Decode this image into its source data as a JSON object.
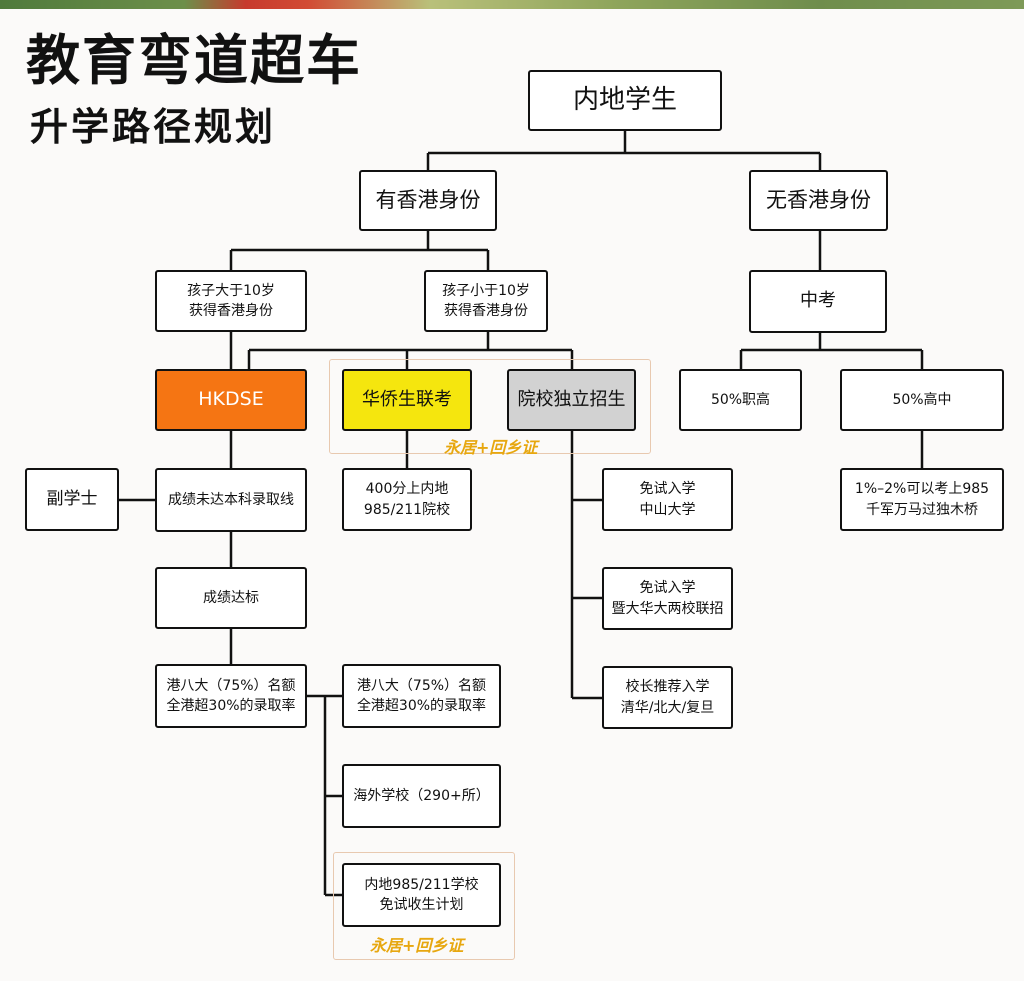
{
  "title": "教育弯道超车",
  "subtitle": "升学路径规划",
  "nodes": {
    "root": "内地学生",
    "with_hk_id": "有香港身份",
    "without_hk_id": "无香港身份",
    "child_over_10": "孩子大于10岁\n获得香港身份",
    "child_under_10": "孩子小于10岁\n获得香港身份",
    "zhongkao": "中考",
    "hkdse": "HKDSE",
    "overseas_chinese_exam": "华侨生联考",
    "independent_admission": "院校独立招生",
    "vocational": "50%职高",
    "high_school": "50%高中",
    "associate_degree": "副学士",
    "below_cutoff": "成绩未达本科录取线",
    "score_400": "400分上内地\n985/211院校",
    "exempt_sysu": "免试入学\n中山大学",
    "exempt_jinan": "免试入学\n暨大华大两校联招",
    "principal_recommend": "校长推荐入学\n清华/北大/复旦",
    "one_percent": "1%–2%可以考上985\n千军万马过独木桥",
    "score_met": "成绩达标",
    "hk8_left": "港八大（75%）名额\n全港超30%的录取率",
    "hk8_right": "港八大（75%）名额\n全港超30%的录取率",
    "overseas_schools": "海外学校（290+所）",
    "mainland_985": "内地985/211学校\n免试收生计划"
  },
  "notes": {
    "residence_1": "永居+回乡证",
    "residence_2": "永居+回乡证"
  },
  "colors": {
    "hkdse_fill": "#f57513",
    "overseas_exam_fill": "#f5e60e",
    "independent_fill": "#d2d2d2",
    "note_text": "#e7a70f"
  }
}
